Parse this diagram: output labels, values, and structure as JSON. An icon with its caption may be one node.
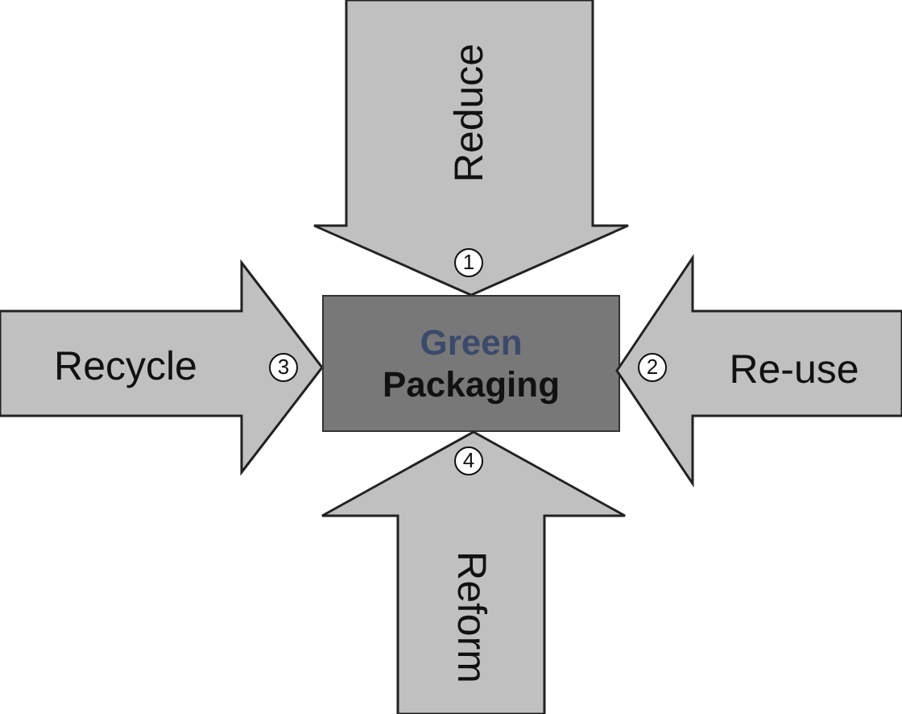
{
  "diagram": {
    "nodes": [
      {
        "text": [
          "Reduce",
          "1"
        ]
      },
      {
        "text": [
          "Recycle",
          "3"
        ]
      },
      {
        "text": [
          "Green",
          "Packaging"
        ]
      },
      {
        "text": [
          "2",
          "Re-use"
        ]
      },
      {
        "text": [
          "4",
          "Reform"
        ]
      }
    ]
  }
}
